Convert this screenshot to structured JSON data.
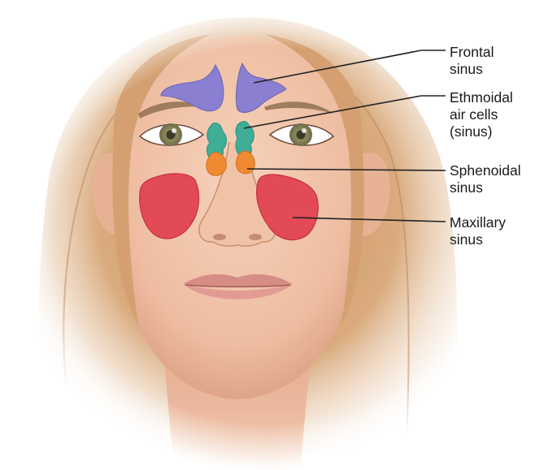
{
  "labels": {
    "frontal": [
      "Frontal",
      "sinus"
    ],
    "ethmoidal": [
      "Ethmoidal",
      "air cells",
      "(sinus)"
    ],
    "sphenoidal": [
      "Sphenoidal",
      "sinus"
    ],
    "maxillary": [
      "Maxillary",
      "sinus"
    ]
  },
  "colors": {
    "frontal_sinus": "#8a7fd0",
    "ethmoidal_sinus": "#3fae97",
    "sphenoidal_sinus": "#f08a32",
    "maxillary_sinus": "#e24a55",
    "hair": "#d6a679",
    "skin": "#f2c8ae",
    "leader_line": "#222222"
  }
}
